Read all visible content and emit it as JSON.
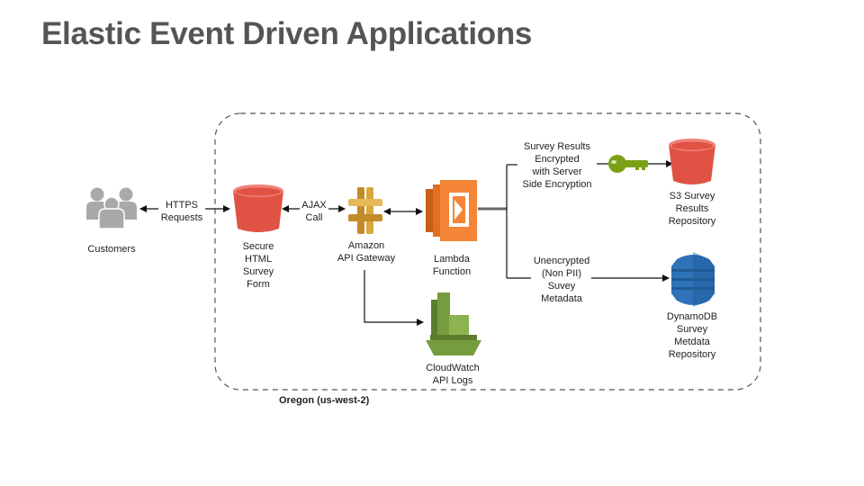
{
  "slide": {
    "title": "Elastic Event Driven Applications"
  },
  "region": {
    "label": "Oregon (us-west-2)"
  },
  "nodes": {
    "customers": {
      "icon": "users-icon",
      "lines": [
        "Customers"
      ]
    },
    "html_form": {
      "icon": "s3-bucket-icon",
      "lines": [
        "Secure",
        "HTML",
        "Survey",
        "Form"
      ]
    },
    "api_gateway": {
      "icon": "api-gateway-icon",
      "lines": [
        "Amazon",
        "API Gateway"
      ]
    },
    "lambda": {
      "icon": "lambda-icon",
      "lines": [
        "Lambda",
        "Function"
      ]
    },
    "cloudwatch": {
      "icon": "cloudwatch-icon",
      "lines": [
        "CloudWatch",
        "API Logs"
      ]
    },
    "s3_results": {
      "icon": "s3-bucket-icon",
      "lines": [
        "S3 Survey",
        "Results",
        "Repository"
      ]
    },
    "dynamodb": {
      "icon": "dynamodb-icon",
      "lines": [
        "DynamoDB",
        "Survey",
        "Metdata",
        "Repository"
      ]
    }
  },
  "edges": {
    "https": {
      "lines": [
        "HTTPS",
        "Requests"
      ]
    },
    "ajax": {
      "lines": [
        "AJAX",
        "Call"
      ]
    },
    "encrypted": {
      "lines": [
        "Survey Results",
        "Encrypted",
        "with Server",
        "Side Encryption"
      ],
      "icon": "key-icon"
    },
    "unencrypted": {
      "lines": [
        "Unencrypted",
        "(Non PII)",
        "Suvey",
        "Metadata"
      ]
    }
  },
  "colors": {
    "s3": "#e05243",
    "lambda": "#f58536",
    "api_gateway": "#d9a741",
    "cloudwatch": "#759c3e",
    "dynamodb": "#2e73b8",
    "key": "#7aa116",
    "users": "#a7a7a7"
  }
}
